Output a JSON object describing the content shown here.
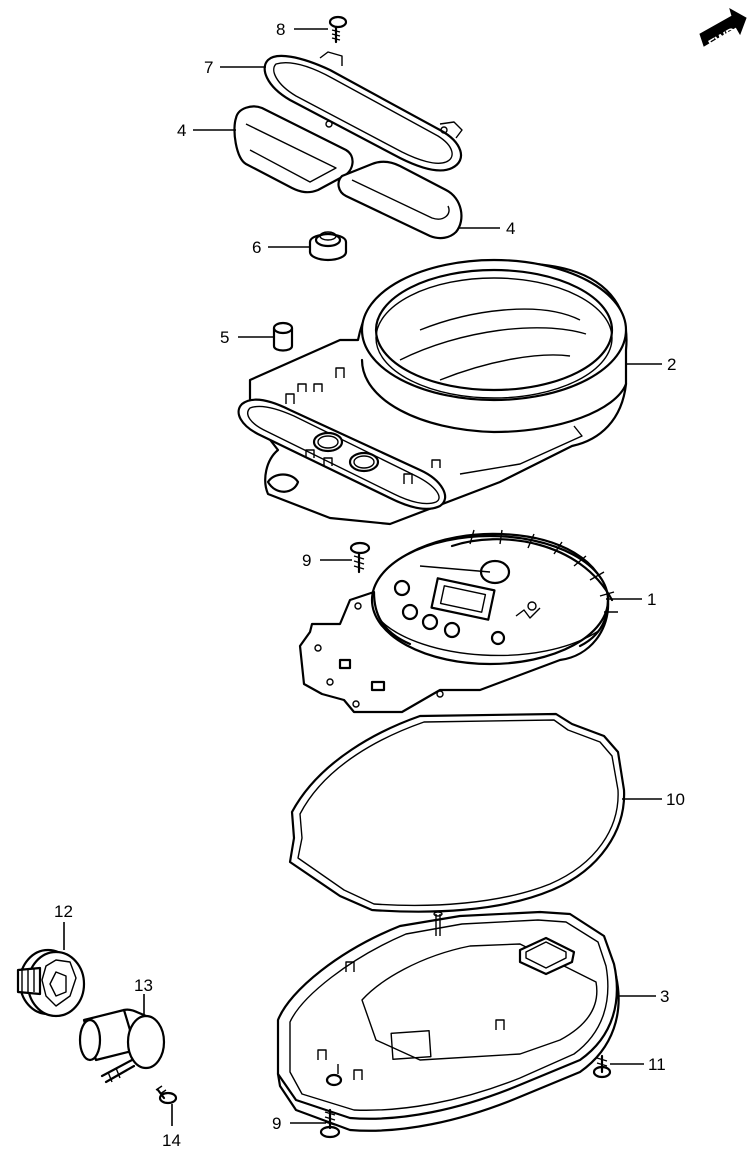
{
  "orientation_badge": {
    "label": "FWD"
  },
  "callouts": {
    "c1": "1",
    "c2": "2",
    "c3": "3",
    "c4a": "4",
    "c4b": "4",
    "c5": "5",
    "c6": "6",
    "c7": "7",
    "c8": "8",
    "c9a": "9",
    "c9b": "9",
    "c10": "10",
    "c11": "11",
    "c12": "12",
    "c13": "13",
    "c14": "14"
  }
}
